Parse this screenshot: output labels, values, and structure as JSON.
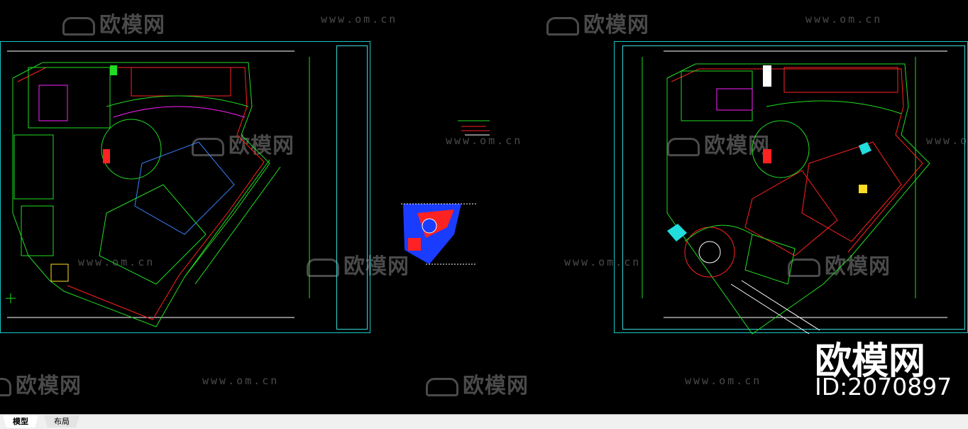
{
  "watermark": {
    "logo_text": "欧模网",
    "url_text": "www.om.cn"
  },
  "brand": {
    "title": "欧模网",
    "id_text": "ID:2070897"
  },
  "tabs": [
    {
      "label": "模型",
      "active": true
    },
    {
      "label": "布局",
      "active": false
    }
  ],
  "colors": {
    "sheet_border": "#19c7c7",
    "wall_green": "#22dd22",
    "wall_red": "#ff2222",
    "line_magenta": "#ff22ff",
    "fill_blue": "#1a3cff"
  }
}
